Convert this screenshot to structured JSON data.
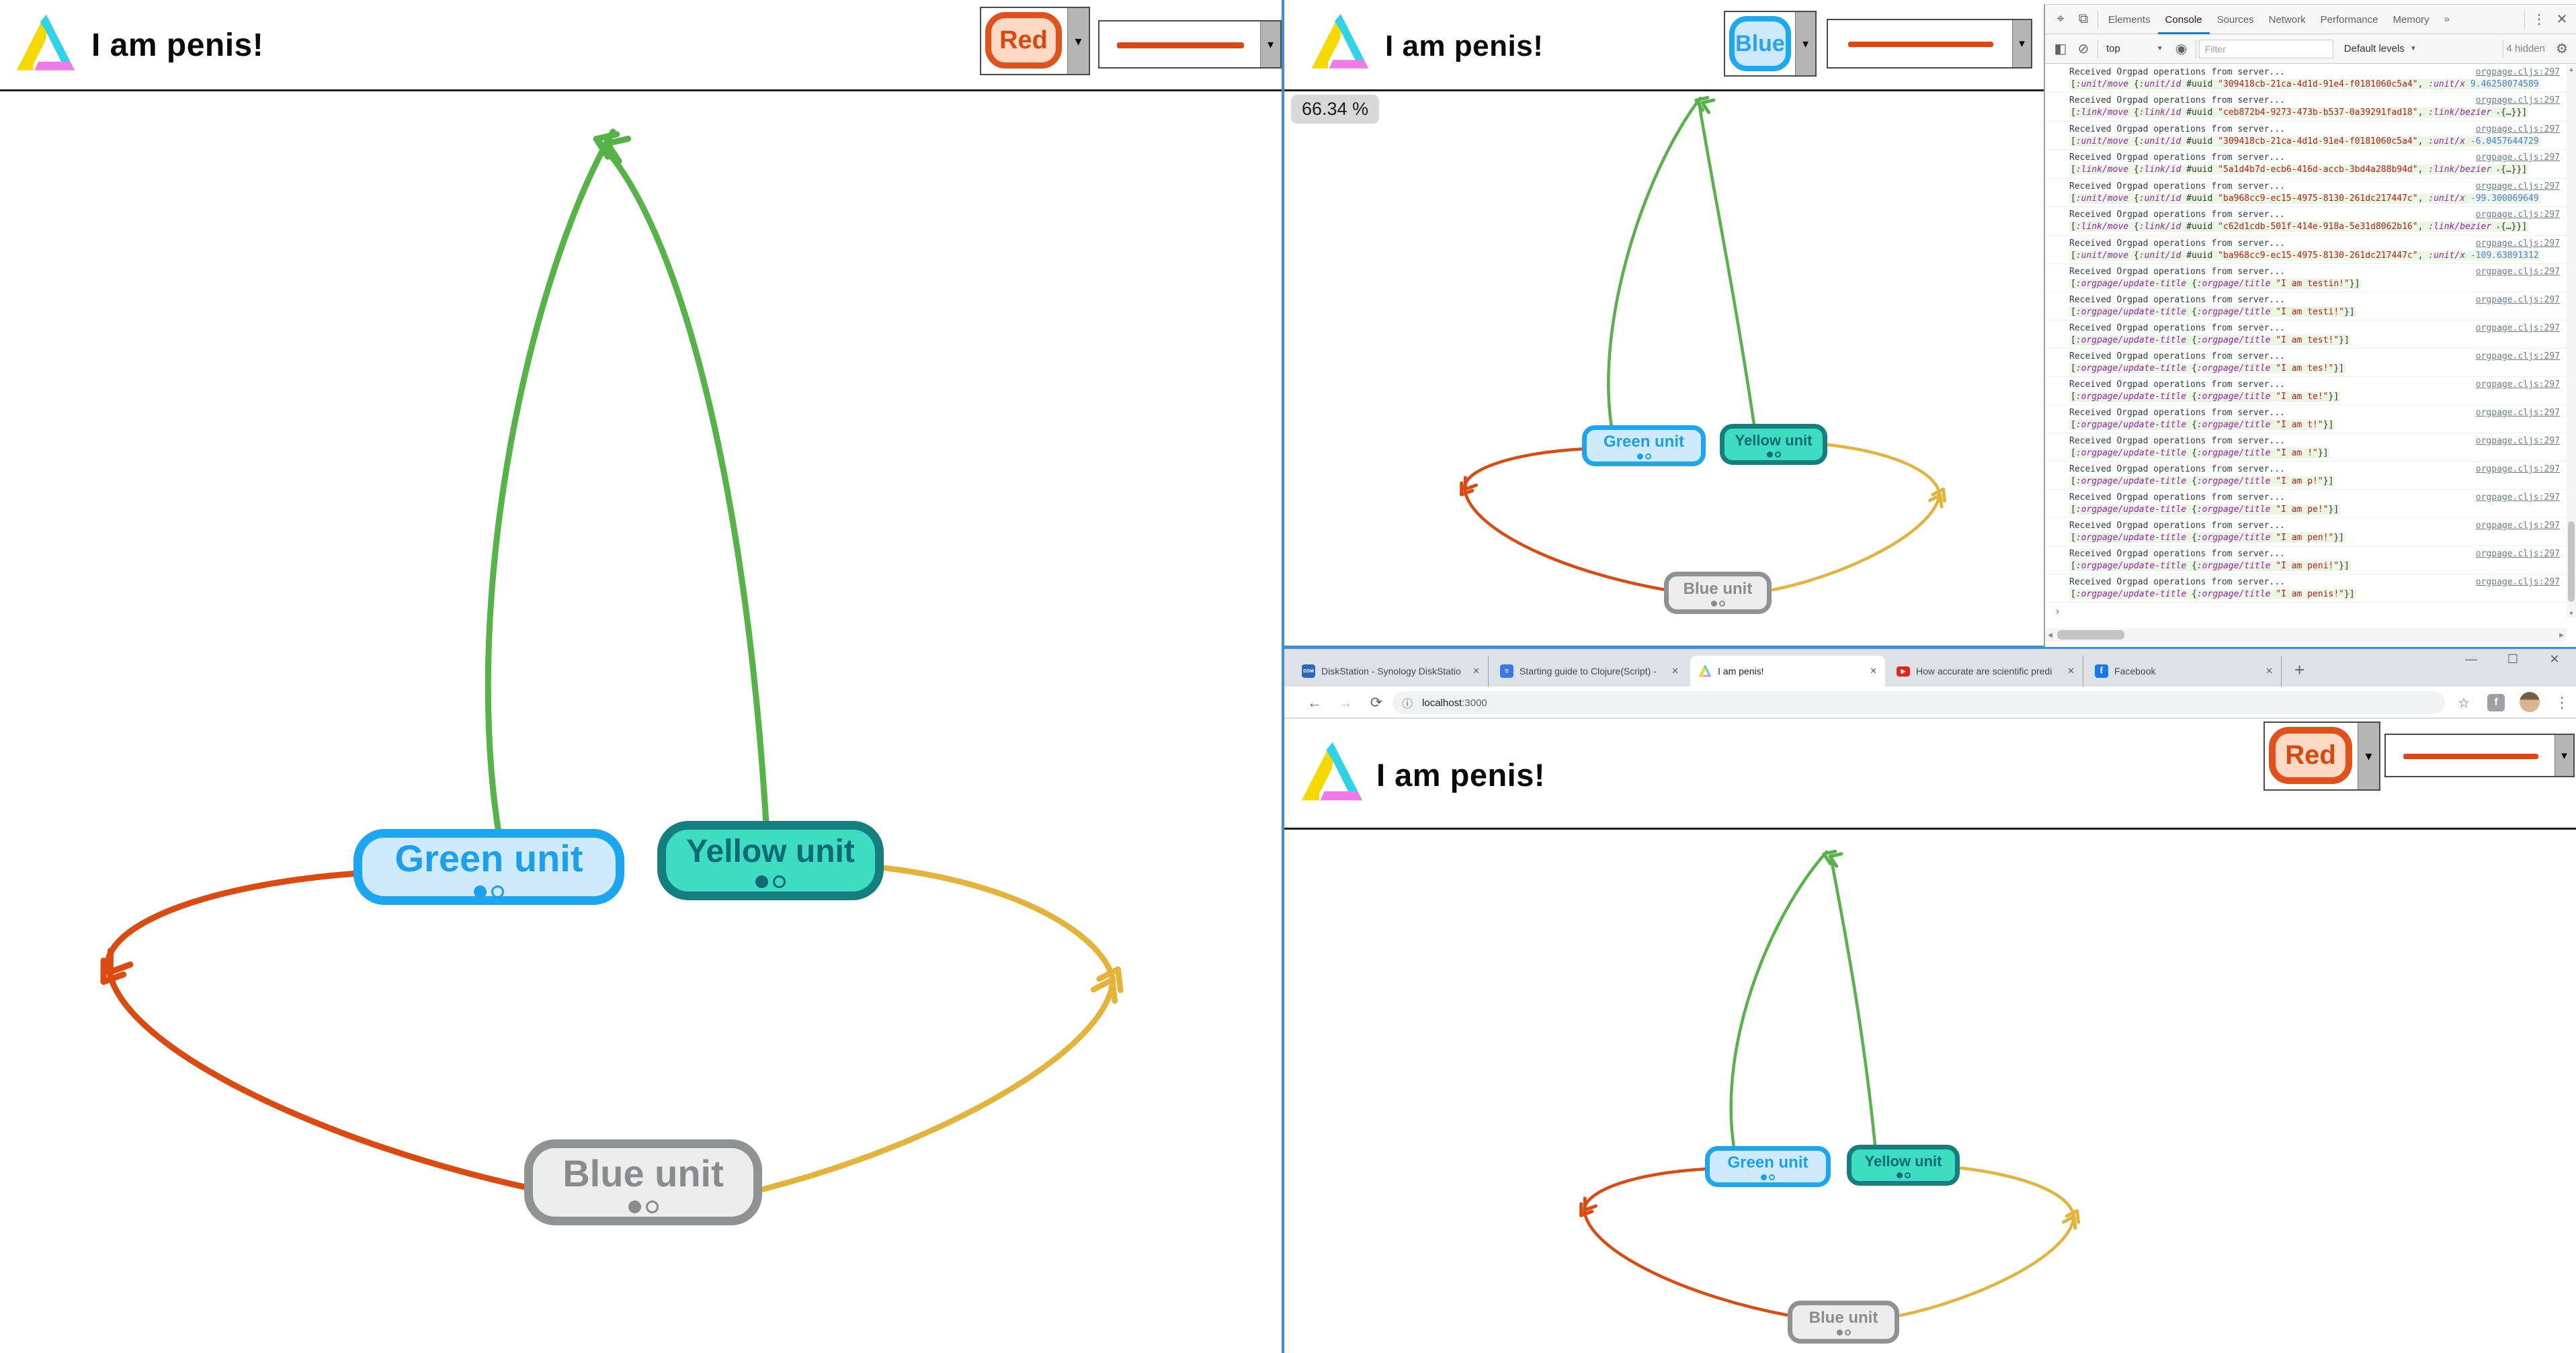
{
  "app": {
    "title": "I am penis!",
    "zoom_badge": "66.34 %",
    "units": [
      {
        "label": "Green unit"
      },
      {
        "label": "Yellow unit"
      },
      {
        "label": "Blue unit"
      }
    ],
    "selected_color_left": "Red",
    "selected_color_top_right": "Blue",
    "selected_color_bottom_right": "Red",
    "colors": {
      "red_accent": "#d9480f",
      "blue_accent": "#1ca9f2",
      "green_link": "#55b348",
      "red_link": "#dc4a0f",
      "yellow_link": "#e3b33a",
      "line_swatch": "#d9480f"
    }
  },
  "devtools": {
    "tabs": [
      "Elements",
      "Console",
      "Sources",
      "Network",
      "Performance",
      "Memory"
    ],
    "active_tab": "Console",
    "overflow_tabs": "»",
    "context_selector": "top",
    "filter_placeholder": "Filter",
    "levels_label": "Default levels",
    "hidden_badge": "4 hidden",
    "log_text": "Received Orgpad operations from server...",
    "log_source": "orgpage.cljs:297",
    "prompt": "›",
    "messages": [
      {
        "type": "unit-move",
        "uuid": "309418cb-21ca-4d1d-91e4-f0181060c5a4",
        "x": "9.46250074589"
      },
      {
        "type": "link-move",
        "uuid": "ceb872b4-9273-473b-b537-0a39291fad18"
      },
      {
        "type": "unit-move",
        "uuid": "309418cb-21ca-4d1d-91e4-f0181060c5a4",
        "x": "-6.0457644729"
      },
      {
        "type": "link-move",
        "uuid": "5a1d4b7d-ecb6-416d-accb-3bd4a288b94d"
      },
      {
        "type": "unit-move",
        "uuid": "ba968cc9-ec15-4975-8130-261dc217447c",
        "x": "-99.300069649"
      },
      {
        "type": "link-move",
        "uuid": "c62d1cdb-501f-414e-918a-5e31d8062b16"
      },
      {
        "type": "unit-move",
        "uuid": "ba968cc9-ec15-4975-8130-261dc217447c",
        "x": "-109.63891312"
      },
      {
        "type": "title",
        "title": "I am testin!"
      },
      {
        "type": "title",
        "title": "I am testi!"
      },
      {
        "type": "title",
        "title": "I am test!"
      },
      {
        "type": "title",
        "title": "I am tes!"
      },
      {
        "type": "title",
        "title": "I am te!"
      },
      {
        "type": "title",
        "title": "I am t!"
      },
      {
        "type": "title",
        "title": "I am !"
      },
      {
        "type": "title",
        "title": "I am p!"
      },
      {
        "type": "title",
        "title": "I am pe!"
      },
      {
        "type": "title",
        "title": "I am pen!"
      },
      {
        "type": "title",
        "title": "I am peni!"
      },
      {
        "type": "title",
        "title": "I am penis!"
      }
    ]
  },
  "browser": {
    "tabs": [
      {
        "title": "DiskStation - Synology DiskStatio",
        "icon": "dsm"
      },
      {
        "title": "Starting guide to Clojure(Script) -",
        "icon": "doc"
      },
      {
        "title": "I am penis!",
        "icon": "penrose",
        "active": true
      },
      {
        "title": "How accurate are scientific predi",
        "icon": "youtube"
      },
      {
        "title": "Facebook",
        "icon": "facebook"
      }
    ],
    "new_tab_button": "+",
    "url_host": "localhost",
    "url_port": ":3000",
    "window_controls": {
      "minimize": "—",
      "maximize": "☐",
      "close": "✕"
    }
  },
  "icons": {
    "dropdown": "▾",
    "caret_down": "▼",
    "inspect": "⌖",
    "device": "⧉",
    "sidebar": "◧",
    "clear": "⊘",
    "live_eye": "◉",
    "gear": "⚙",
    "menu_dots": "⋮",
    "close": "✕",
    "more": "»",
    "back": "←",
    "forward": "→",
    "reload": "⟳",
    "info": "ⓘ",
    "star": "☆",
    "scroll_up": "▲",
    "scroll_down": "▼",
    "scroll_left": "◀",
    "scroll_right": "▶"
  }
}
